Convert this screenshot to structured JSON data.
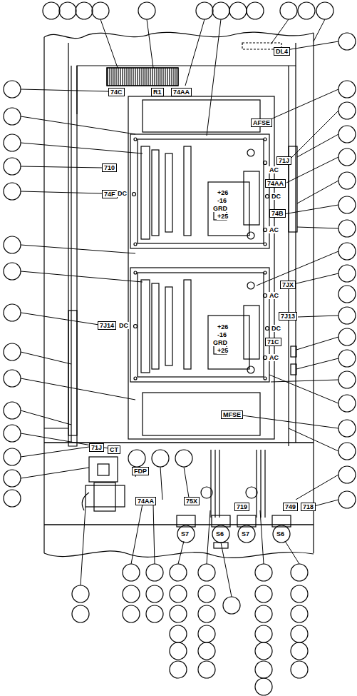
{
  "diagram": {
    "labels": [
      "DL4",
      "74C",
      "R1",
      "74AA",
      "AFSE",
      "710",
      "71J",
      "AC",
      "74AA",
      "DC",
      "74B",
      "AC",
      "74F",
      "DC",
      "+26",
      "-16",
      "GRD",
      "+25",
      "7JX",
      "AC",
      "7J14",
      "DC",
      "7J13",
      "DC",
      "71C",
      "AC",
      "+26",
      "-16",
      "GRD",
      "+25",
      "MFSE",
      "71J",
      "CT",
      "FDP",
      "74AA",
      "75X",
      "719",
      "749",
      "718",
      "S7",
      "S6",
      "S7",
      "S6"
    ]
  }
}
